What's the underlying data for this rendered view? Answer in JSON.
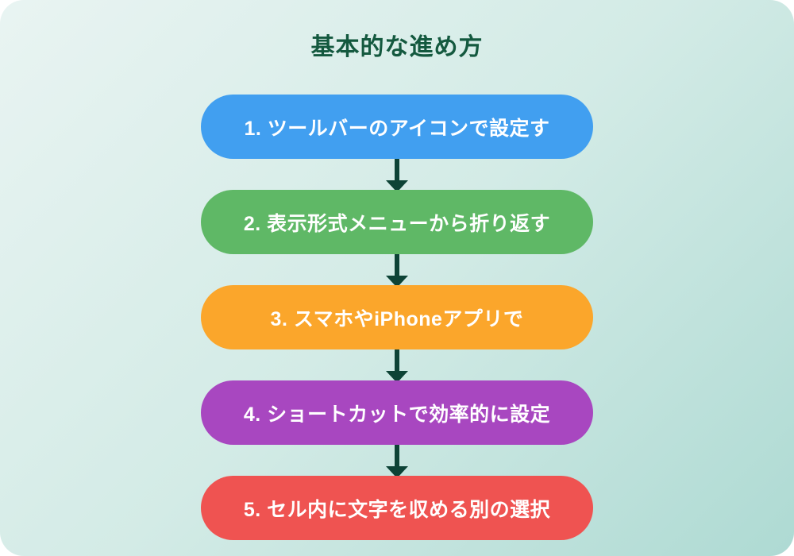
{
  "title": {
    "text": "基本的な進め方",
    "color": "#14593f"
  },
  "background": {
    "gradient_from": "#e9f4f2",
    "gradient_mid": "#d3ebe6",
    "gradient_to": "#aedad3"
  },
  "arrow": {
    "color": "#0d4336"
  },
  "steps": [
    {
      "label": "1. ツールバーのアイコンで設定す",
      "color": "#419ff0"
    },
    {
      "label": "2. 表示形式メニューから折り返す",
      "color": "#5fb866"
    },
    {
      "label": "3. スマホやiPhoneアプリで",
      "color": "#fba62b"
    },
    {
      "label": "4. ショートカットで効率的に設定",
      "color": "#a847c0"
    },
    {
      "label": "5. セル内に文字を収める別の選択",
      "color": "#ef5351"
    }
  ]
}
